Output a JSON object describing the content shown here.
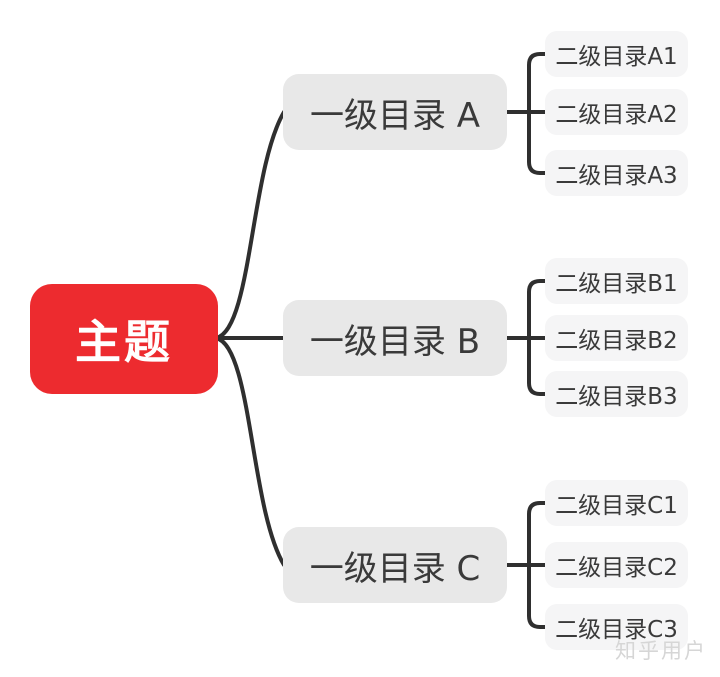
{
  "diagram": {
    "type": "mindmap",
    "root": {
      "label": "主题"
    },
    "branches": [
      {
        "label": "一级目录 A",
        "children": [
          {
            "label": "二级目录A1"
          },
          {
            "label": "二级目录A2"
          },
          {
            "label": "二级目录A3"
          }
        ]
      },
      {
        "label": "一级目录 B",
        "children": [
          {
            "label": "二级目录B1"
          },
          {
            "label": "二级目录B2"
          },
          {
            "label": "二级目录B3"
          }
        ]
      },
      {
        "label": "一级目录 C",
        "children": [
          {
            "label": "二级目录C1"
          },
          {
            "label": "二级目录C2"
          },
          {
            "label": "二级目录C3"
          }
        ]
      }
    ],
    "colors": {
      "root_bg": "#ED2B2F",
      "root_text": "#FFFFFF",
      "branch_bg": "#E8E8E8",
      "leaf_bg": "#F5F5F6",
      "node_text": "#3A3A3A",
      "connector": "#2F2F2F",
      "canvas_bg": "#FFFFFF",
      "watermark_text": "#D6D6D6"
    }
  },
  "watermark": "知乎用户"
}
